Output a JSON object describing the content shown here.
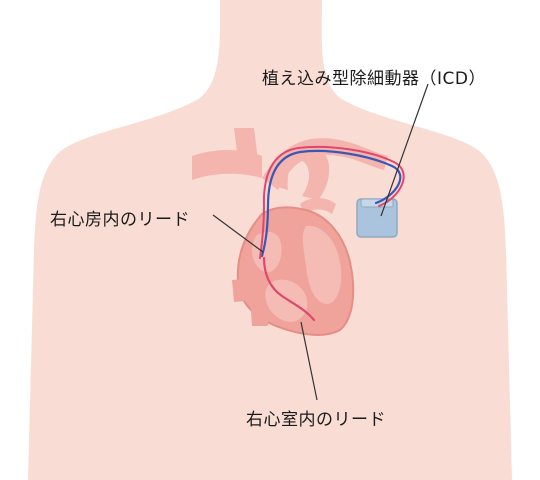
{
  "labels": {
    "icd": "植え込み型除細動器（ICD）",
    "right_atrial_lead": "右心房内のリード",
    "right_ventricular_lead": "右心室内のリード"
  },
  "colors": {
    "background": "#ffffff",
    "skin": "#f9ddd5",
    "vessel": "#f4b5ae",
    "heart": "#f0a39b",
    "heart_inner": "#f6c2bb",
    "heart_outline": "#e58e86",
    "device": "#a9c4dc",
    "device_outline": "#8fa9c2",
    "lead_blue": "#3b57b5",
    "lead_red": "#e0476e",
    "leader_line": "#333333"
  }
}
